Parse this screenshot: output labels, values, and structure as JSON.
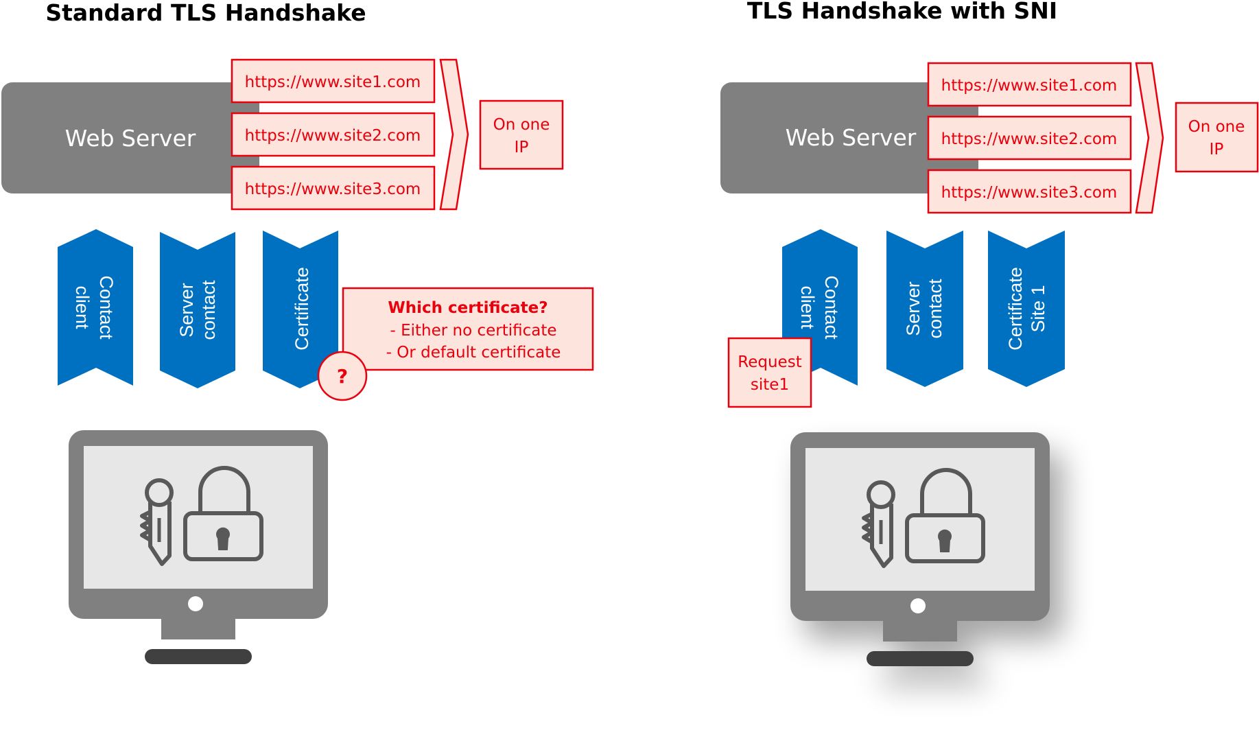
{
  "colors": {
    "server_gray": "#808080",
    "accent_blue": "#0070c0",
    "alert_red": "#e8000d",
    "note_fill": "#fde4dc",
    "screen_fill": "#e7e7e7",
    "dark_base": "#404040"
  },
  "left": {
    "title": "Standard TLS Handshake",
    "server_label": "Web Server",
    "sites": [
      "https://www.site1.com",
      "https://www.site2.com",
      "https://www.site3.com"
    ],
    "ip_note": [
      "On one",
      "IP"
    ],
    "arrows": [
      {
        "lines": [
          "Contact",
          "client"
        ],
        "direction": "down"
      },
      {
        "lines": [
          "Server",
          "contact"
        ],
        "direction": "up"
      },
      {
        "lines": [
          "Certificate"
        ],
        "direction": "down"
      }
    ],
    "callout": {
      "heading": "Which certificate?",
      "lines": [
        "- Either no certificate",
        "- Or default certificate"
      ]
    },
    "question_mark": "?",
    "icons": [
      "key-icon",
      "padlock-icon",
      "monitor-icon"
    ]
  },
  "right": {
    "title": "TLS Handshake with SNI",
    "server_label": "Web Server",
    "sites": [
      "https://www.site1.com",
      "https://www.site2.com",
      "https://www.site3.com"
    ],
    "ip_note": [
      "On one",
      "IP"
    ],
    "arrows": [
      {
        "lines": [
          "Contact",
          "client"
        ],
        "direction": "down"
      },
      {
        "lines": [
          "Server",
          "contact"
        ],
        "direction": "up"
      },
      {
        "lines": [
          "Certificate",
          "Site 1"
        ],
        "direction": "down"
      }
    ],
    "request_note": [
      "Request",
      "site1"
    ],
    "icons": [
      "key-icon",
      "padlock-icon",
      "monitor-icon"
    ]
  }
}
